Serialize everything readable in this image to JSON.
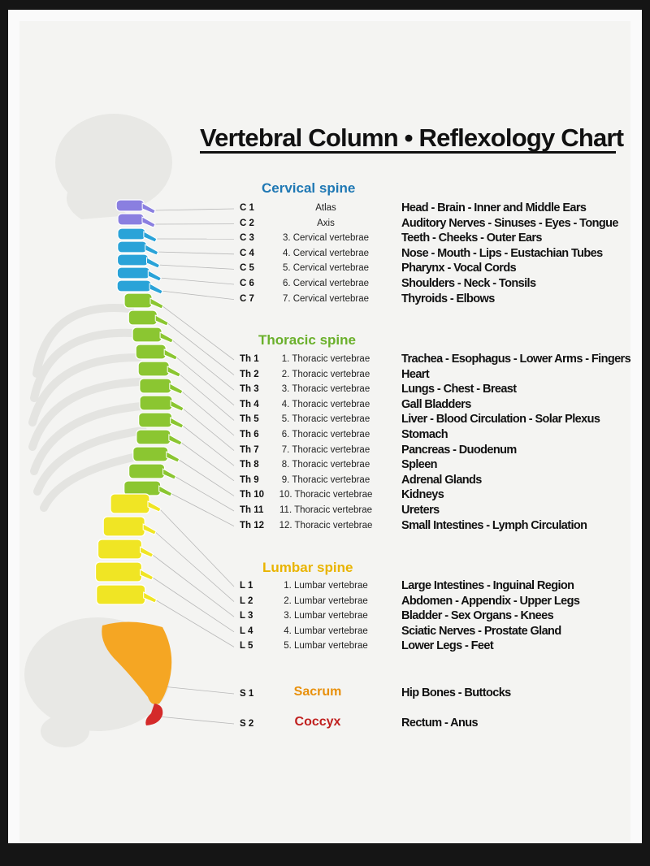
{
  "title": "Vertebral Column • Reflexology Chart",
  "colors": {
    "cervical": "#2aa3d8",
    "atlas": "#8a7fe0",
    "thoracic": "#8bc631",
    "lumbar": "#f0e524",
    "sacrum": "#f5a623",
    "coccyx": "#d42a2a",
    "cervical_heading": "#1f78b4",
    "thoracic_heading": "#6ab02b",
    "lumbar_heading": "#e9b400",
    "sacrum_label": "#e8900c",
    "coccyx_label": "#c0201f"
  },
  "sections": [
    {
      "heading": "Cervical spine",
      "rows": [
        {
          "code": "C 1",
          "vertebra": "Atlas",
          "organs": "Head - Brain - Inner and Middle Ears"
        },
        {
          "code": "C 2",
          "vertebra": "Axis",
          "organs": "Auditory Nerves - Sinuses - Eyes - Tongue"
        },
        {
          "code": "C 3",
          "vertebra": "3. Cervical vertebrae",
          "organs": "Teeth - Cheeks - Outer Ears"
        },
        {
          "code": "C 4",
          "vertebra": "4. Cervical vertebrae",
          "organs": "Nose - Mouth - Lips - Eustachian Tubes"
        },
        {
          "code": "C 5",
          "vertebra": "5. Cervical vertebrae",
          "organs": "Pharynx - Vocal Cords"
        },
        {
          "code": "C 6",
          "vertebra": "6. Cervical vertebrae",
          "organs": "Shoulders - Neck - Tonsils"
        },
        {
          "code": "C 7",
          "vertebra": "7. Cervical vertebrae",
          "organs": "Thyroids - Elbows"
        }
      ]
    },
    {
      "heading": "Thoracic spine",
      "rows": [
        {
          "code": "Th 1",
          "vertebra": "1. Thoracic vertebrae",
          "organs": "Trachea - Esophagus - Lower Arms - Fingers"
        },
        {
          "code": "Th 2",
          "vertebra": "2. Thoracic vertebrae",
          "organs": "Heart"
        },
        {
          "code": "Th 3",
          "vertebra": "3. Thoracic vertebrae",
          "organs": "Lungs - Chest - Breast"
        },
        {
          "code": "Th 4",
          "vertebra": "4. Thoracic vertebrae",
          "organs": "Gall Bladders"
        },
        {
          "code": "Th 5",
          "vertebra": "5. Thoracic vertebrae",
          "organs": "Liver - Blood Circulation - Solar Plexus"
        },
        {
          "code": "Th 6",
          "vertebra": "6. Thoracic vertebrae",
          "organs": "Stomach"
        },
        {
          "code": "Th 7",
          "vertebra": "7. Thoracic vertebrae",
          "organs": "Pancreas - Duodenum"
        },
        {
          "code": "Th 8",
          "vertebra": "8. Thoracic vertebrae",
          "organs": "Spleen"
        },
        {
          "code": "Th 9",
          "vertebra": "9. Thoracic vertebrae",
          "organs": "Adrenal Glands"
        },
        {
          "code": "Th 10",
          "vertebra": "10. Thoracic vertebrae",
          "organs": "Kidneys"
        },
        {
          "code": "Th 11",
          "vertebra": "11. Thoracic vertebrae",
          "organs": "Ureters"
        },
        {
          "code": "Th 12",
          "vertebra": "12. Thoracic vertebrae",
          "organs": "Small Intestines - Lymph Circulation"
        }
      ]
    },
    {
      "heading": "Lumbar spine",
      "rows": [
        {
          "code": "L 1",
          "vertebra": "1. Lumbar vertebrae",
          "organs": "Large Intestines - Inguinal Region"
        },
        {
          "code": "L 2",
          "vertebra": "2. Lumbar vertebrae",
          "organs": "Abdomen - Appendix - Upper Legs"
        },
        {
          "code": "L 3",
          "vertebra": "3. Lumbar vertebrae",
          "organs": "Bladder - Sex Organs - Knees"
        },
        {
          "code": "L 4",
          "vertebra": "4. Lumbar vertebrae",
          "organs": "Sciatic Nerves - Prostate Gland"
        },
        {
          "code": "L 5",
          "vertebra": "5. Lumbar vertebrae",
          "organs": "Lower Legs - Feet"
        }
      ]
    }
  ],
  "sacrum": {
    "code": "S 1",
    "label": "Sacrum",
    "organs": "Hip Bones - Buttocks"
  },
  "coccyx": {
    "code": "S 2",
    "label": "Coccyx",
    "organs": "Rectum - Anus"
  }
}
